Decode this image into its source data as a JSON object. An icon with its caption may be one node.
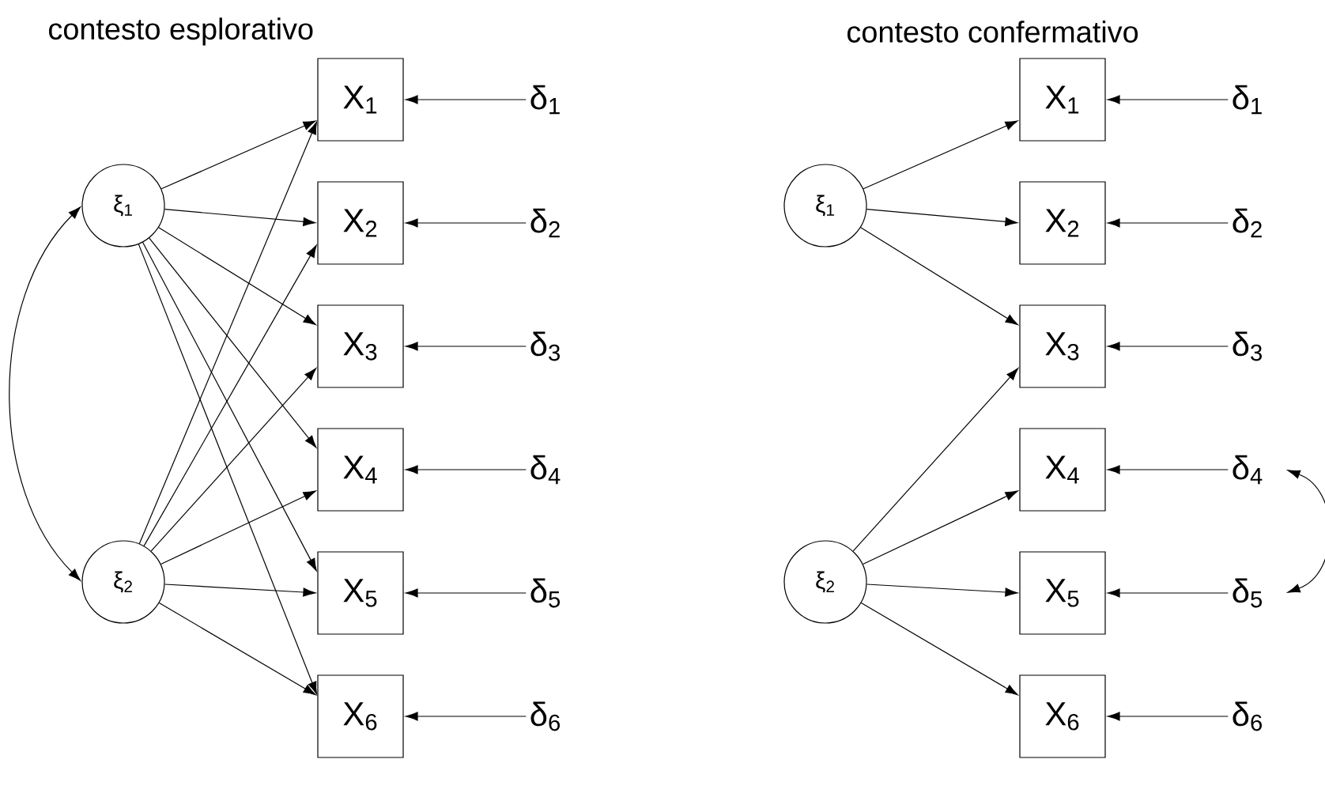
{
  "diagram": {
    "nodes": [
      {
        "text": [
          "ξ$_{1}$"
        ]
      },
      {
        "text": [
          "ξ$_{2}$"
        ]
      },
      {
        "text": [
          "X$_{1}$"
        ]
      },
      {
        "text": [
          "X$_{2}$"
        ]
      },
      {
        "text": [
          "X$_{3}$"
        ]
      },
      {
        "text": [
          "X$_{4}$"
        ]
      },
      {
        "text": [
          "X$_{5}$"
        ]
      },
      {
        "text": [
          "X$_{6}$"
        ]
      },
      {
        "text": [
          "δ$_{1}$"
        ]
      },
      {
        "text": [
          "δ$_{2}$"
        ]
      },
      {
        "text": [
          "δ$_{3}$"
        ]
      },
      {
        "text": [
          "δ$_{4}$"
        ]
      },
      {
        "text": [
          "δ$_{5}$"
        ]
      },
      {
        "text": [
          "δ$_{6}$"
        ]
      },
      {
        "text": [
          "ξ$_{1}$"
        ]
      },
      {
        "text": [
          "ξ$_{2}$"
        ]
      },
      {
        "text": [
          "X$_{1}$"
        ]
      },
      {
        "text": [
          "X$_{2}$"
        ]
      },
      {
        "text": [
          "X$_{3}$"
        ]
      },
      {
        "text": [
          "X$_{4}$"
        ]
      },
      {
        "text": [
          "X$_{5}$"
        ]
      },
      {
        "text": [
          "X$_{6}$"
        ]
      },
      {
        "text": [
          "δ$_{1}$"
        ]
      },
      {
        "text": [
          "δ$_{2}$"
        ]
      },
      {
        "text": [
          "δ$_{3}$"
        ]
      },
      {
        "text": [
          "δ$_{4}$"
        ]
      },
      {
        "text": [
          "δ$_{5}$"
        ]
      },
      {
        "text": [
          "δ$_{6}$"
        ]
      }
    ],
    "edges": [
      {
        "from": 0,
        "to": 1,
        "arrow": "both"
      },
      {
        "from": 0,
        "to": 2,
        "arrow": "to"
      },
      {
        "from": 0,
        "to": 3,
        "arrow": "to"
      },
      {
        "from": 0,
        "to": 4,
        "arrow": "to"
      },
      {
        "from": 0,
        "to": 5,
        "arrow": "to"
      },
      {
        "from": 0,
        "to": 6,
        "arrow": "to"
      },
      {
        "from": 0,
        "to": 7,
        "arrow": "to"
      },
      {
        "from": 1,
        "to": 2,
        "arrow": "to"
      },
      {
        "from": 1,
        "to": 3,
        "arrow": "to"
      },
      {
        "from": 1,
        "to": 4,
        "arrow": "to"
      },
      {
        "from": 1,
        "to": 5,
        "arrow": "to"
      },
      {
        "from": 1,
        "to": 6,
        "arrow": "to"
      },
      {
        "from": 1,
        "to": 7,
        "arrow": "to"
      },
      {
        "from": 8,
        "to": 2,
        "arrow": "to"
      },
      {
        "from": 9,
        "to": 3,
        "arrow": "to"
      },
      {
        "from": 10,
        "to": 4,
        "arrow": "to"
      },
      {
        "from": 11,
        "to": 5,
        "arrow": "to"
      },
      {
        "from": 12,
        "to": 6,
        "arrow": "to"
      },
      {
        "from": 13,
        "to": 7,
        "arrow": "to"
      },
      {
        "from": 14,
        "to": 16,
        "arrow": "to"
      },
      {
        "from": 14,
        "to": 17,
        "arrow": "to"
      },
      {
        "from": 14,
        "to": 18,
        "arrow": "to"
      },
      {
        "from": 15,
        "to": 18,
        "arrow": "to"
      },
      {
        "from": 15,
        "to": 19,
        "arrow": "to"
      },
      {
        "from": 15,
        "to": 20,
        "arrow": "to"
      },
      {
        "from": 15,
        "to": 21,
        "arrow": "to"
      },
      {
        "from": 22,
        "to": 16,
        "arrow": "to"
      },
      {
        "from": 23,
        "to": 17,
        "arrow": "to"
      },
      {
        "from": 24,
        "to": 18,
        "arrow": "to"
      },
      {
        "from": 25,
        "to": 19,
        "arrow": "to"
      },
      {
        "from": 26,
        "to": 20,
        "arrow": "to"
      },
      {
        "from": 27,
        "to": 21,
        "arrow": "to"
      },
      {
        "from": 25,
        "to": 26,
        "arrow": "both"
      }
    ],
    "labels": [
      "contesto esplorativo",
      "contesto confermativo"
    ]
  }
}
